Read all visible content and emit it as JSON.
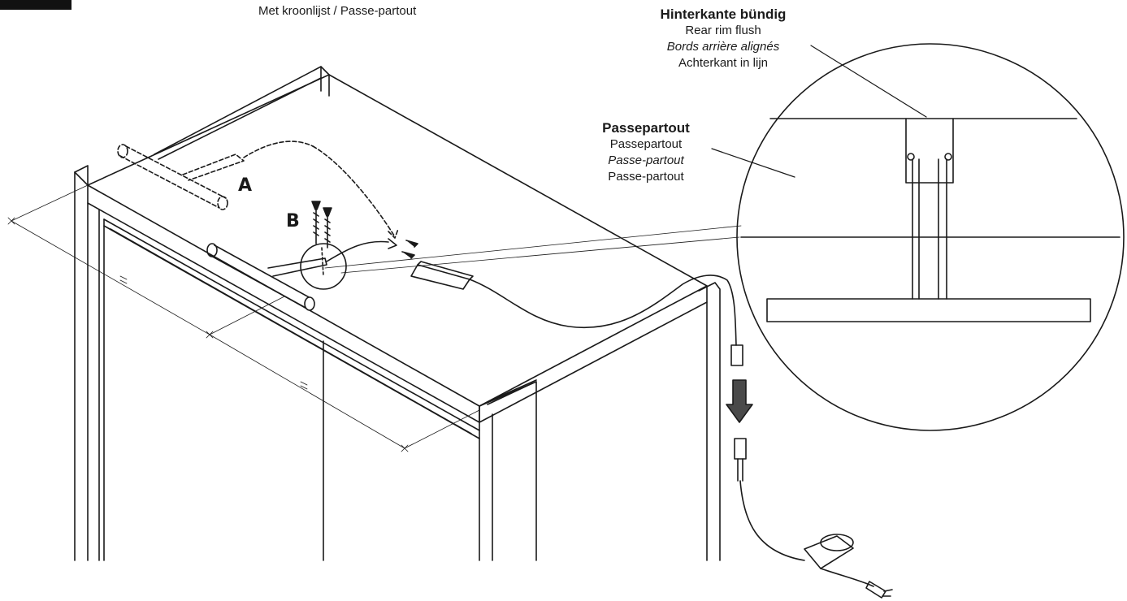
{
  "header": {
    "subtitle": "Met kroonlijst / Passe-partout"
  },
  "callouts": {
    "flush": {
      "title": "Hinterkante bündig",
      "en": "Rear rim flush",
      "fr": "Bords arrière alignés",
      "nl": "Achterkant in lijn"
    },
    "passepartout": {
      "title": "Passepartout",
      "en": "Passepartout",
      "fr": "Passe-partout",
      "nl": "Passe-partout"
    }
  },
  "labels": {
    "a": "A",
    "b": "B"
  },
  "colors": {
    "ink": "#1a1a1a",
    "background": "#ffffff",
    "tab": "#111111"
  }
}
